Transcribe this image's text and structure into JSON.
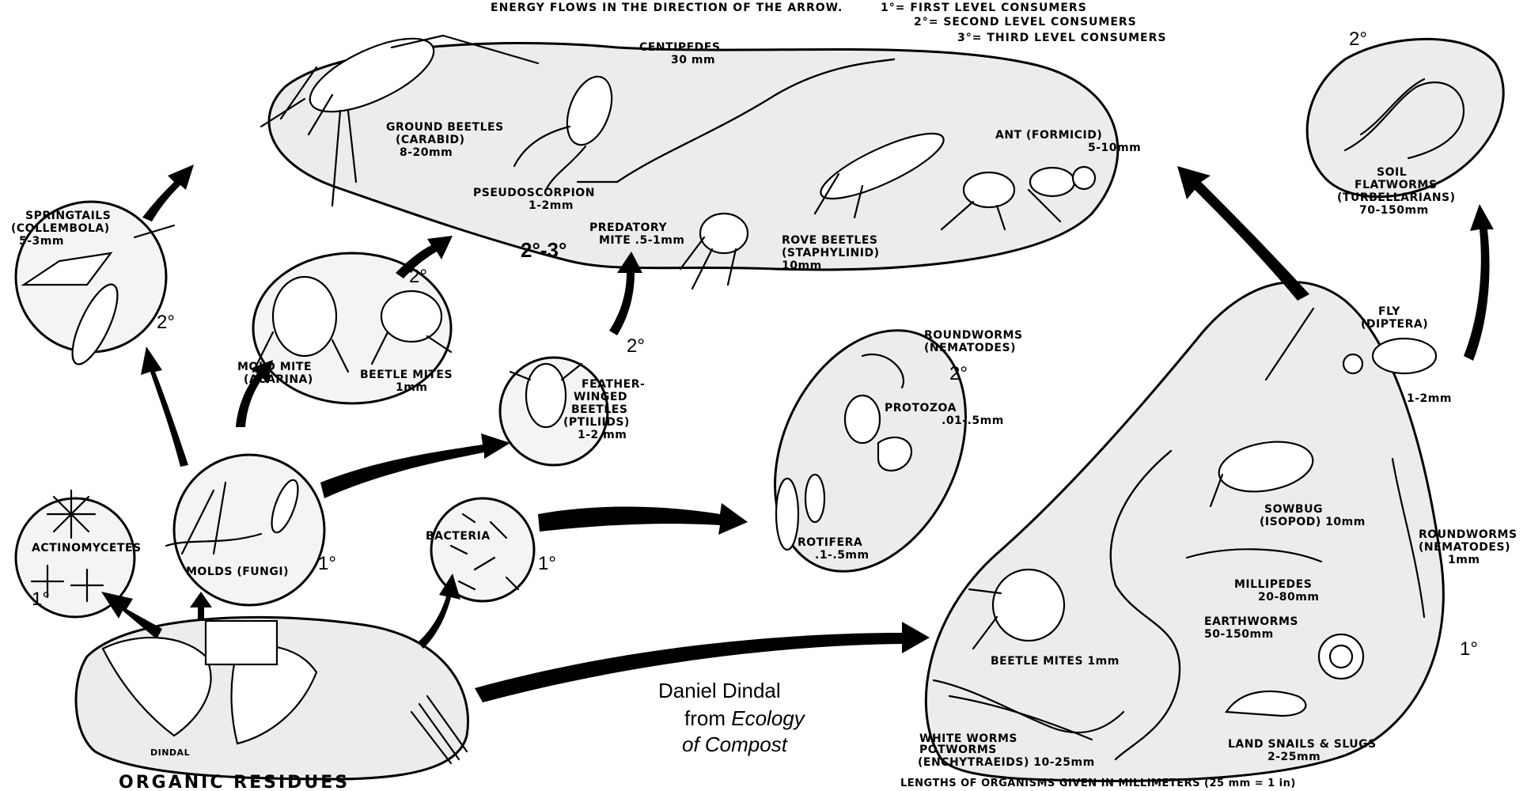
{
  "header": {
    "energy": "ENERGY FLOWS IN THE DIRECTION OF THE ARROW.",
    "level1": "1°= FIRST LEVEL CONSUMERS",
    "level2": "2°= SECOND LEVEL CONSUMERS",
    "level3": "3°= THIRD LEVEL CONSUMERS"
  },
  "labels": {
    "ground_beetles": [
      "GROUND BEETLES",
      "(CARABID)",
      "8-20mm"
    ],
    "centipedes": [
      "CENTIPEDES",
      "30 mm"
    ],
    "pseudoscorpion": [
      "PSEUDOSCORPION",
      "1-2mm"
    ],
    "predatory_mite": [
      "PREDATORY",
      "MITE .5-1mm"
    ],
    "ant": [
      "ANT (FORMICID)",
      "5-10mm"
    ],
    "rove_beetles": [
      "ROVE BEETLES",
      "(STAPHYLINID)",
      "10mm"
    ],
    "springtails": [
      "SPRINGTAILS",
      "(COLLEMBOLA)",
      "5-3mm"
    ],
    "mold_mite": [
      "MOLD MITE",
      "(ACARINA)"
    ],
    "beetle_mites_top": [
      "BEETLE MITES",
      "1mm"
    ],
    "feather_winged": [
      "FEATHER-",
      "WINGED",
      "BEETLES",
      "(PTILIIDS)",
      "1-2 mm"
    ],
    "roundworms_mid": [
      "ROUNDWORMS",
      "(NEMATODES)"
    ],
    "protozoa": [
      "PROTOZOA",
      ".01-.5mm"
    ],
    "rotifera": [
      "ROTIFERA",
      ".1-.5mm"
    ],
    "soil_flatworms": [
      "SOIL",
      "FLATWORMS",
      "(TURBELLARIANS)",
      "70-150mm"
    ],
    "fly": [
      "FLY",
      "(DIPTERA)",
      "1-2mm"
    ],
    "sowbug": [
      "SOWBUG",
      "(ISOPOD) 10mm"
    ],
    "roundworms_right": [
      "ROUNDWORMS",
      "(NEMATODES)",
      "1mm"
    ],
    "millipedes": [
      "MILLIPEDES",
      "20-80mm"
    ],
    "earthworms": [
      "EARTHWORMS",
      "50-150mm"
    ],
    "beetle_mites_bottom": "BEETLE MITES 1mm",
    "white_worms": [
      "WHITE WORMS",
      "POTWORMS",
      "(ENCHYTRAEIDS) 10-25mm"
    ],
    "land_snails": [
      "LAND SNAILS & SLUGS",
      "2-25mm"
    ],
    "actinomycetes": "ACTINOMYCETES",
    "molds": "MOLDS (FUNGI)",
    "bacteria": "BACTERIA",
    "organic_residues": "ORGANIC   RESIDUES",
    "dindal_sig": "DINDAL"
  },
  "levels": {
    "l_2_3": "2°-3°",
    "l_2": "2°",
    "l_1": "1°"
  },
  "credit": {
    "line1": "Daniel Dindal",
    "line2_prefix": "from ",
    "line2_italic": "Ecology",
    "line3": "of Compost"
  },
  "footer": "LENGTHS OF ORGANISMS GIVEN IN MILLIMETERS (25 mm = 1 in)"
}
